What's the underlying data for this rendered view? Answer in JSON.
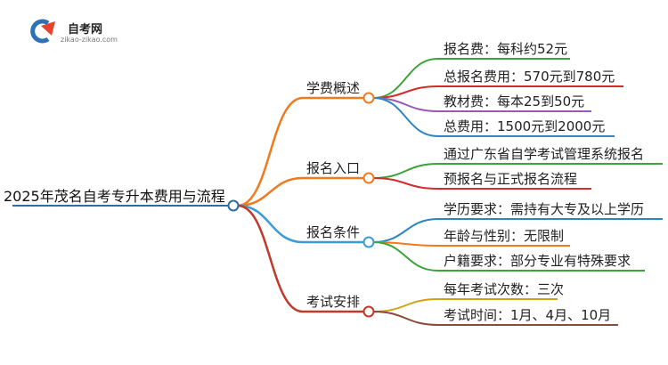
{
  "logo": {
    "title": "自考网",
    "subtitle": "zikao-zikao.com"
  },
  "root": "2025年茂名自考专升本费用与流程",
  "branches": [
    {
      "label": "学费概述",
      "color": "#f07a1f",
      "children": [
        {
          "label": "报名费：每科约52元",
          "color": "#3aa33a"
        },
        {
          "label": "总报名费用：570元到780元",
          "color": "#d42b2b"
        },
        {
          "label": "教材费：每本25到50元",
          "color": "#9b59b6"
        },
        {
          "label": "总费用：1500元到2000元",
          "color": "#2e86c1"
        }
      ]
    },
    {
      "label": "报名入口",
      "color": "#f07a1f",
      "children": [
        {
          "label": "通过广东省自学考试管理系统报名",
          "color": "#3aa33a"
        },
        {
          "label": "预报名与正式报名流程",
          "color": "#d42b2b"
        }
      ]
    },
    {
      "label": "报名条件",
      "color": "#3a9bd8",
      "children": [
        {
          "label": "学历要求：需持有大专及以上学历",
          "color": "#2e86c1"
        },
        {
          "label": "年龄与性别：无限制",
          "color": "#f07a1f"
        },
        {
          "label": "户籍要求：部分专业有特殊要求",
          "color": "#3aa33a"
        }
      ]
    },
    {
      "label": "考试安排",
      "color": "#c0392b",
      "children": [
        {
          "label": "每年考试次数：三次",
          "color": "#d4a017"
        },
        {
          "label": "考试时间：1月、4月、10月",
          "color": "#8b4a3a"
        }
      ]
    }
  ]
}
